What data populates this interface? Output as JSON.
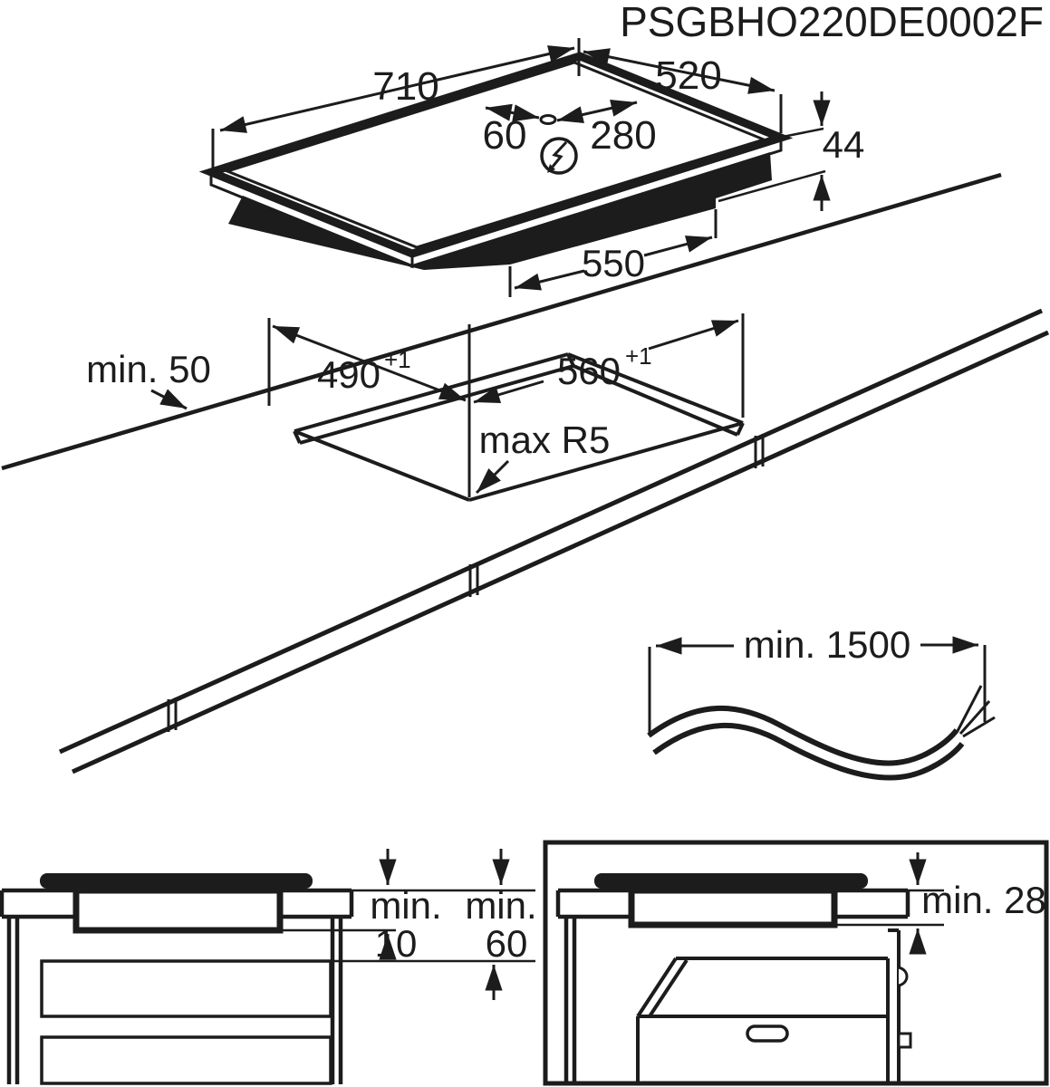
{
  "part_number": "PSGBHO220DE0002F",
  "hob": {
    "width": "710",
    "depth": "520",
    "cable_hole_offset_rear": "60",
    "cable_hole_offset_side": "280",
    "height": "44",
    "base_width": "550",
    "power_symbol": "lightning-bolt-icon"
  },
  "cutout": {
    "wall_distance": "min. 50",
    "depth": "490",
    "depth_tolerance": "+1",
    "width": "560",
    "width_tolerance": "+1",
    "corner_radius": "max R5"
  },
  "cable": {
    "length": "min. 1500"
  },
  "drawer_clearance": {
    "min_label_top": "min.",
    "hob_to_drawer": "10",
    "min_label_right": "min.",
    "worktop_to_drawer": "60"
  },
  "oven_clearance": {
    "hob_to_oven": "min. 28"
  },
  "colors": {
    "ink": "#1c1c1c",
    "background": "#ffffff"
  }
}
